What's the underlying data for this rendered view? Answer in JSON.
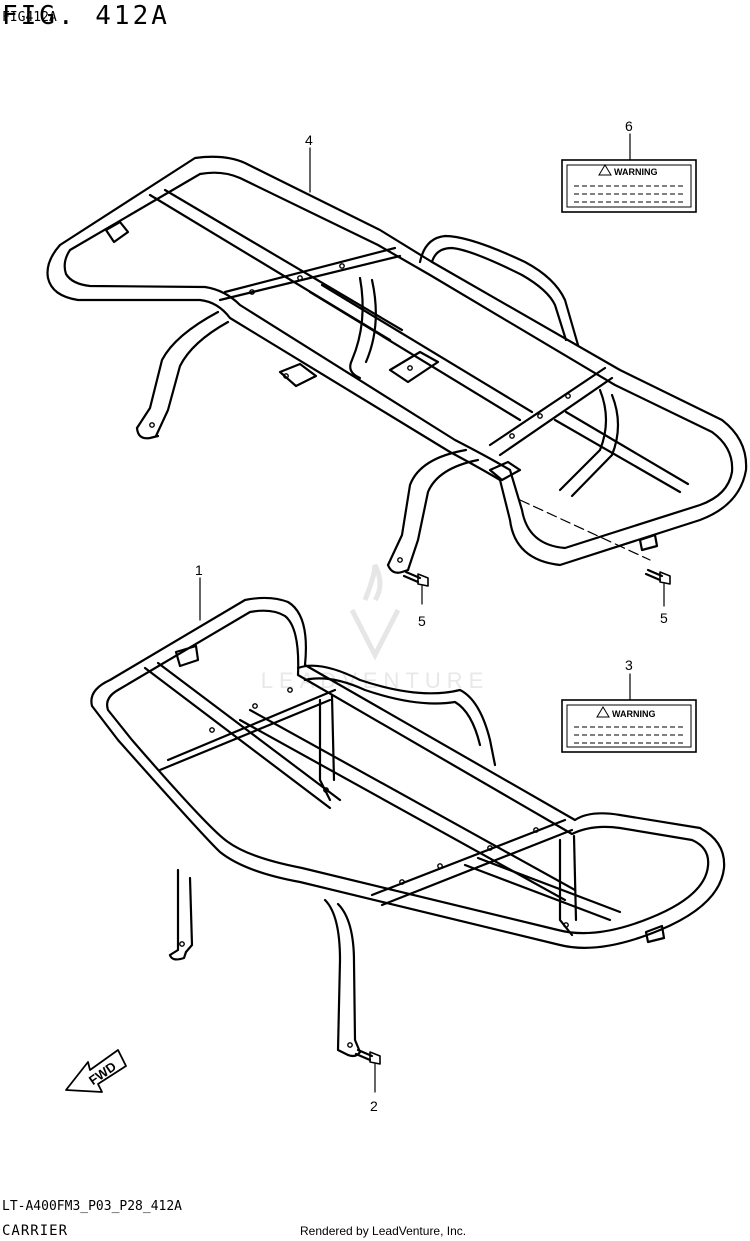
{
  "figure": {
    "title": "FIG. 412A",
    "subtitle": "FIG412A"
  },
  "callouts": {
    "c1": "1",
    "c2": "2",
    "c3": "3",
    "c4": "4",
    "c5a": "5",
    "c5b": "5",
    "c6": "6"
  },
  "labels": {
    "warning_top": "WARNING",
    "warning_bottom": "WARNING",
    "fwd": "FWD"
  },
  "watermark": {
    "brand": "LEADVENTURE"
  },
  "footer": {
    "code": "LT-A400FM3_P03_P28_412A",
    "name": "CARRIER",
    "rendered": "Rendered by LeadVenture, Inc."
  }
}
